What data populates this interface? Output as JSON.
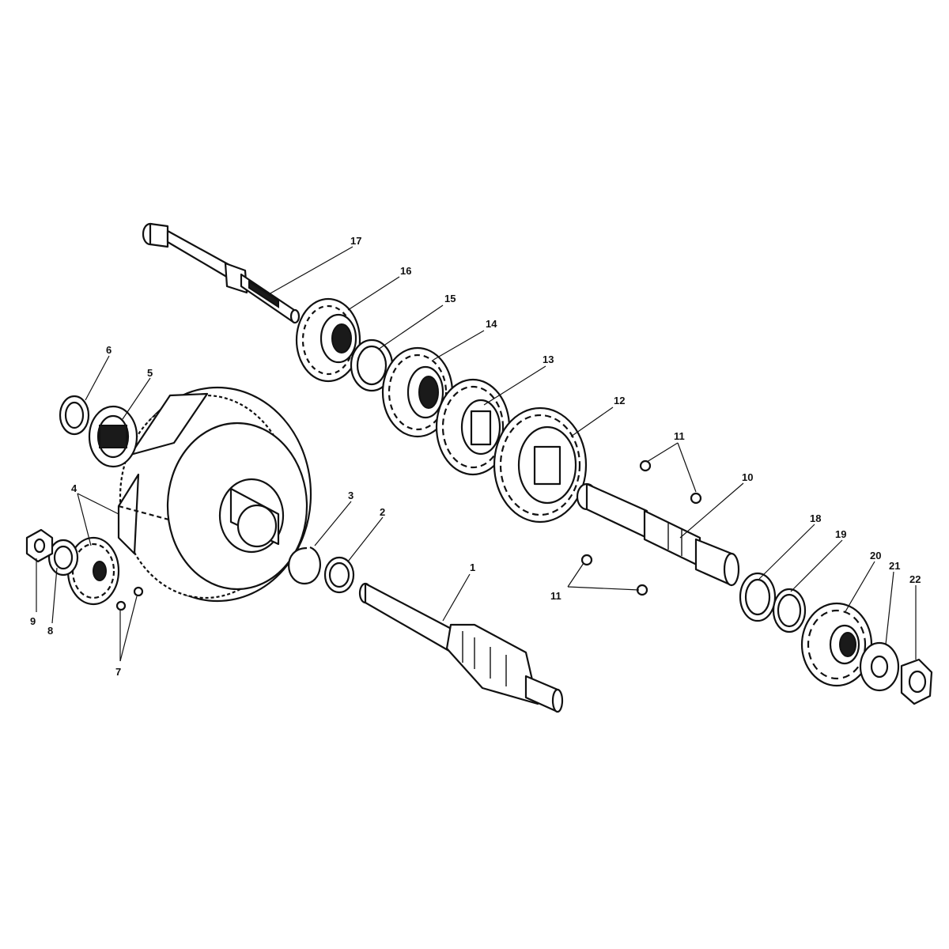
{
  "diagram": {
    "callouts": [
      "1",
      "2",
      "3",
      "4",
      "5",
      "6",
      "7",
      "8",
      "9",
      "10",
      "11",
      "12",
      "13",
      "14",
      "15",
      "16",
      "17",
      "18",
      "19",
      "20",
      "21",
      "22"
    ],
    "colors": {
      "ink": "#111111",
      "paper": "#ffffff"
    }
  }
}
